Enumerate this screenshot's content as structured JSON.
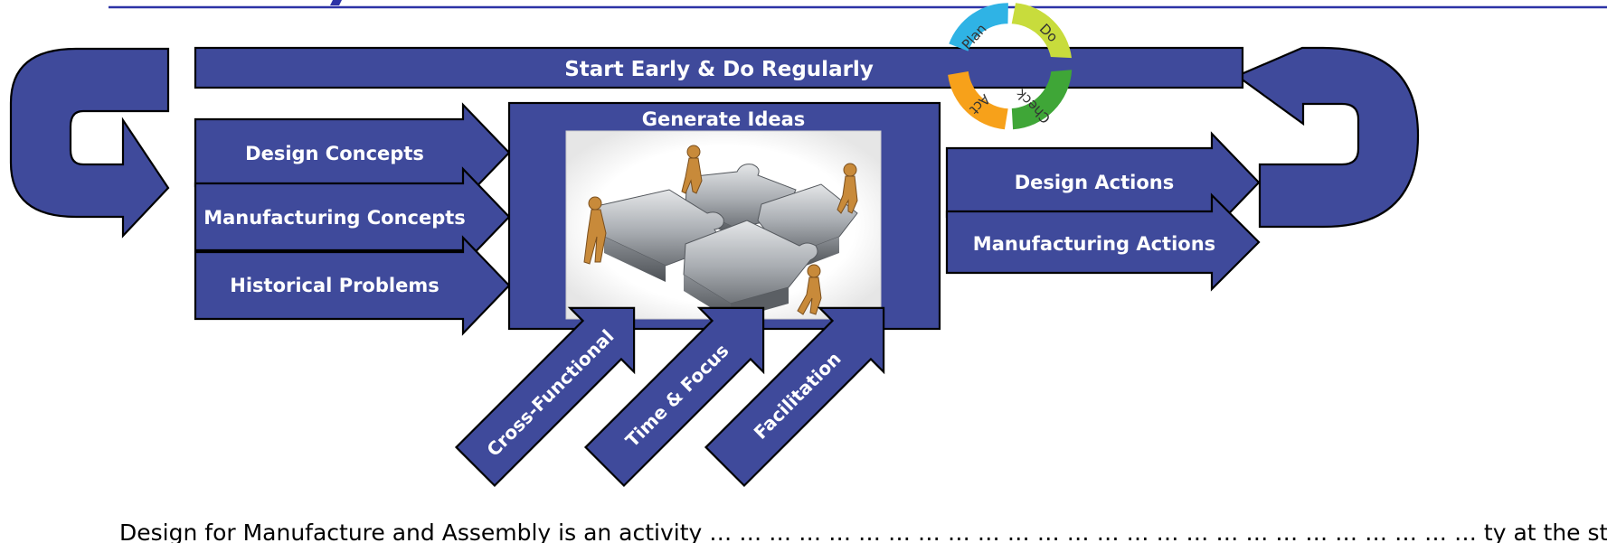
{
  "colors": {
    "shape_fill": "#3f4a9b",
    "shape_stroke": "#000000",
    "header_rule": "#2d33a6",
    "text": "#ffffff",
    "pdca_plan": "#2fb3e5",
    "pdca_do": "#c8dc3c",
    "pdca_check": "#3fa637",
    "pdca_act": "#f7a11a"
  },
  "banner": {
    "label": "Start Early & Do Regularly"
  },
  "center": {
    "title": "Generate Ideas",
    "image": "puzzle-team-image"
  },
  "inputs": [
    {
      "label": "Design Concepts"
    },
    {
      "label": "Manufacturing Concepts"
    },
    {
      "label": "Historical Problems"
    }
  ],
  "outputs": [
    {
      "label": "Design Actions"
    },
    {
      "label": "Manufacturing Actions"
    }
  ],
  "enablers": [
    {
      "label": "Cross-Functional"
    },
    {
      "label": "Time & Focus"
    },
    {
      "label": "Facilitation"
    }
  ],
  "pdca": {
    "plan": "Plan",
    "do": "Do",
    "check": "Check",
    "act": "Act"
  },
  "caption": "Design for Manufacture and Assembly is an activity … … … … … … … … … … … … … … … … … … … … … … … … … … ty at the start to generate design"
}
